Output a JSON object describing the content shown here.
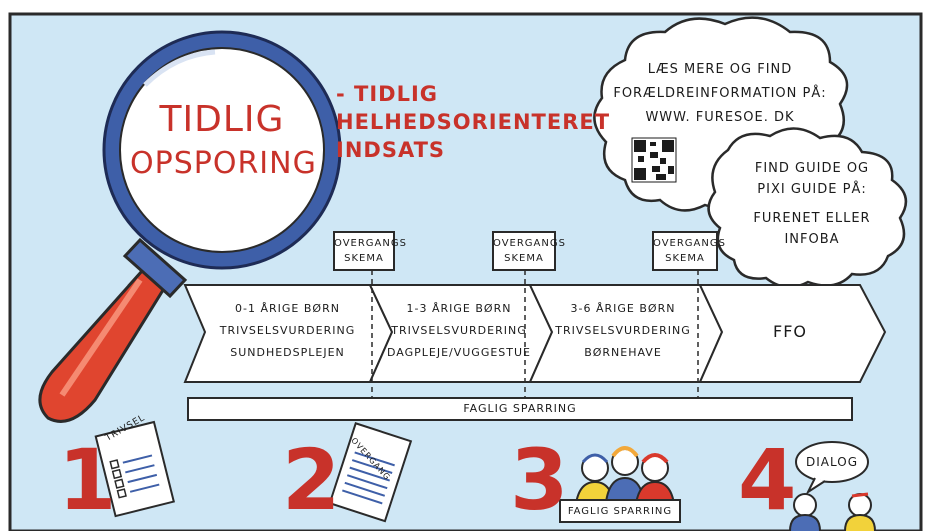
{
  "title_lens": {
    "line1": "TIDLIG",
    "line2": "OPSPORING"
  },
  "subtitle": {
    "line1": "- TIDLIG",
    "line2": "HELHEDSORIENTERET",
    "line3": "INDSATS"
  },
  "cloud_top": {
    "line1": "LÆS MERE OG FIND",
    "line2": "FORÆLDREINFORMATION PÅ:",
    "line3": "WWW. FURESOE. DK"
  },
  "cloud_guide": {
    "line1": "FIND GUIDE OG",
    "line2": "PIXI GUIDE PÅ:",
    "line3": "FURENET ELLER",
    "line4": "INFOBA"
  },
  "overgang_tags": [
    {
      "line1": "OVERGANGS",
      "line2": "SKEMA"
    },
    {
      "line1": "OVERGANGS",
      "line2": "SKEMA"
    },
    {
      "line1": "OVERGANGS",
      "line2": "SKEMA"
    }
  ],
  "stages": [
    {
      "line1": "0-1 ÅRIGE BØRN",
      "line2": "TRIVSELSVURDERING",
      "line3": "SUNDHEDSPLEJEN"
    },
    {
      "line1": "1-3 ÅRIGE BØRN",
      "line2": "TRIVSELSVURDERING",
      "line3": "DAGPLEJE/VUGGESTUE"
    },
    {
      "line1": "3-6 ÅRIGE BØRN",
      "line2": "TRIVSELSVURDERING",
      "line3": "BØRNEHAVE"
    },
    {
      "line1": "FFO"
    }
  ],
  "sparring_bar": "FAGLIG SPARRING",
  "steps": [
    {
      "number": "1",
      "doc_label": "TRIVSEL"
    },
    {
      "number": "2",
      "doc_label": "OVERGANG"
    },
    {
      "number": "3",
      "banner": "FAGLIG SPARRING"
    },
    {
      "number": "4",
      "bubble": "DIALOG"
    }
  ],
  "colors": {
    "background": "#cfe7f5",
    "lens_rim": "#3e5fa8",
    "handle": "#e0452f",
    "accent_red": "#c8322a",
    "ink": "#1b1b1b"
  }
}
